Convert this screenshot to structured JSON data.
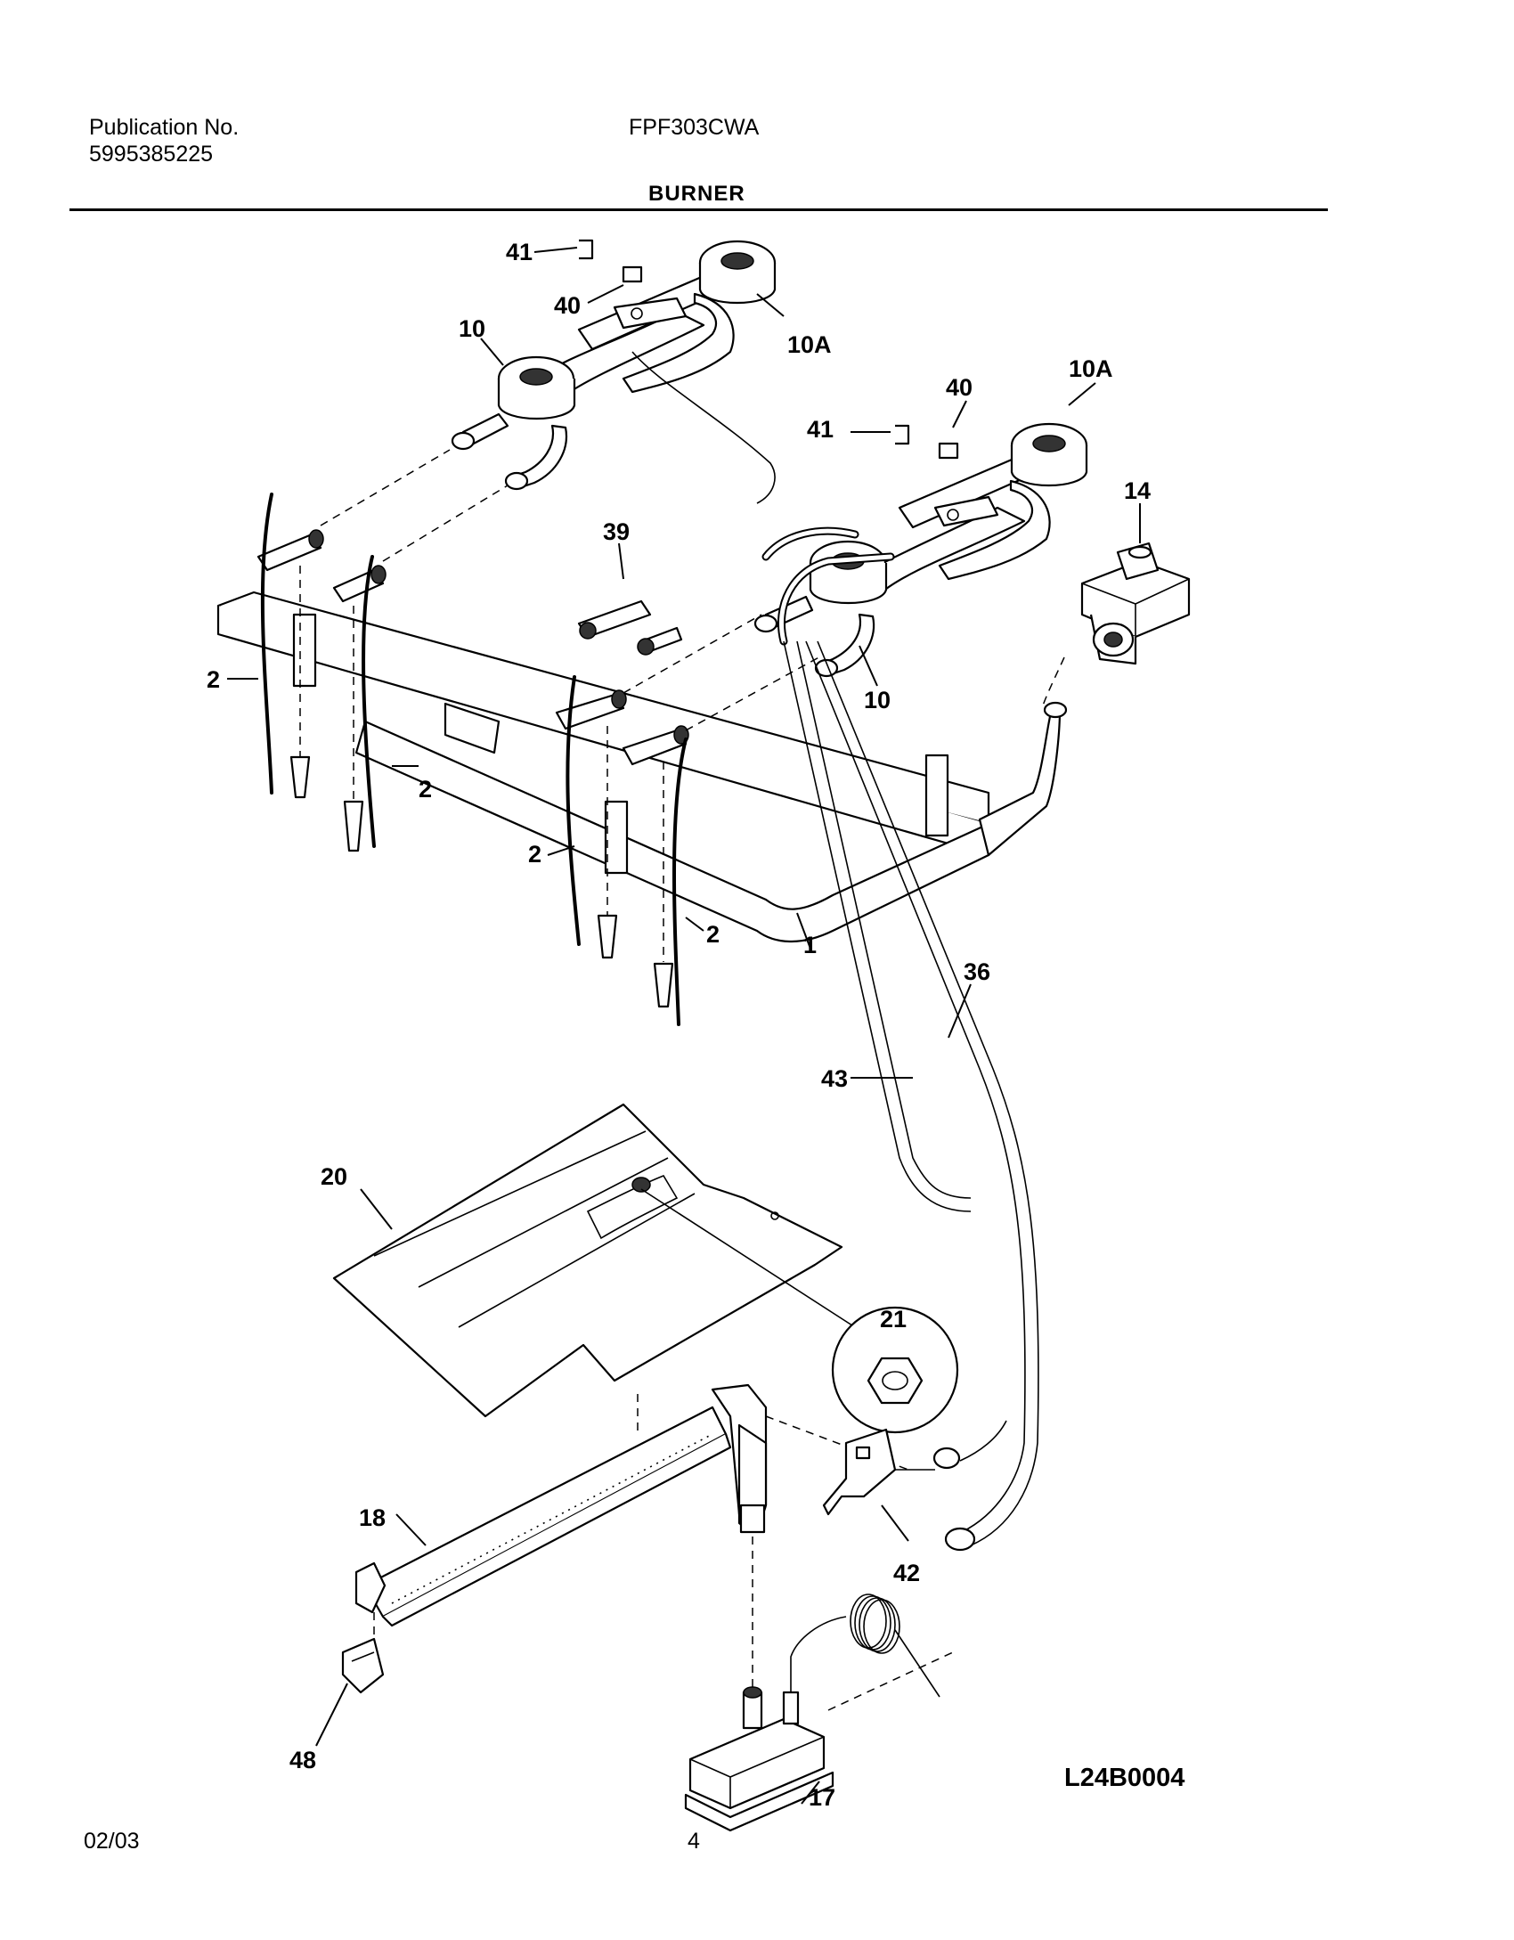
{
  "header": {
    "publication_label": "Publication No.",
    "publication_number": "5995385225",
    "model": "FPF303CWA",
    "section_title": "BURNER"
  },
  "footer": {
    "date": "02/03",
    "page": "4",
    "drawing_code": "L24B0004"
  },
  "callouts": {
    "c41a": "41",
    "c40a": "40",
    "c10a": "10",
    "c10Aa": "10A",
    "c41b": "41",
    "c40b": "40",
    "c10Ab": "10A",
    "c14": "14",
    "c39": "39",
    "c10b": "10",
    "c2a": "2",
    "c2b": "2",
    "c2c": "2",
    "c2d": "2",
    "c1": "1",
    "c36": "36",
    "c43": "43",
    "c20": "20",
    "c21": "21",
    "c18": "18",
    "c42": "42",
    "c48": "48",
    "c17": "17"
  }
}
